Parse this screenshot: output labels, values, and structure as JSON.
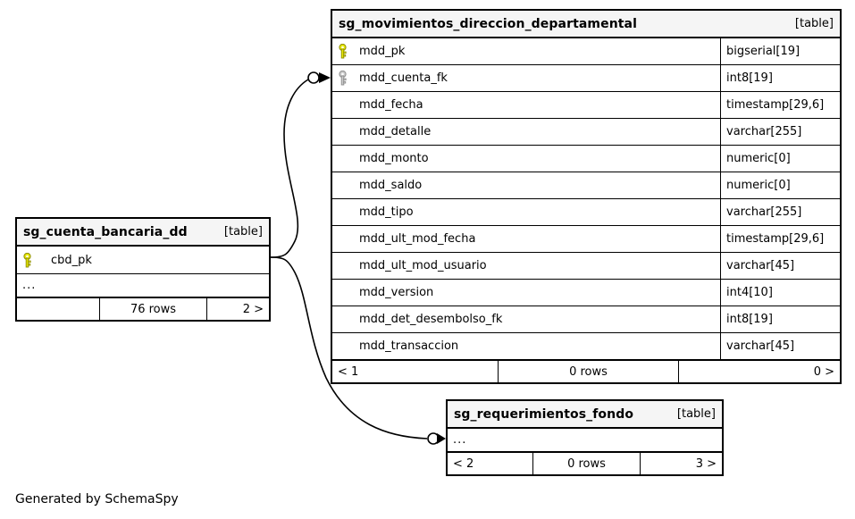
{
  "caption": "Generated by SchemaSpy",
  "colors": {
    "pk_key": "#e8e800",
    "pk_key_outline": "#8a8a00",
    "fk_key": "#cccccc",
    "fk_key_outline": "#8c8c8c",
    "header_bg": "#f5f5f5",
    "border": "#000000",
    "background": "#ffffff"
  },
  "tables": {
    "movimientos": {
      "name": "sg_movimientos_direccion_departamental",
      "tag": "[table]",
      "columns": [
        {
          "key": "pk",
          "name": "mdd_pk",
          "type": "bigserial[19]"
        },
        {
          "key": "fk",
          "name": "mdd_cuenta_fk",
          "type": "int8[19]"
        },
        {
          "key": "",
          "name": "mdd_fecha",
          "type": "timestamp[29,6]"
        },
        {
          "key": "",
          "name": "mdd_detalle",
          "type": "varchar[255]"
        },
        {
          "key": "",
          "name": "mdd_monto",
          "type": "numeric[0]"
        },
        {
          "key": "",
          "name": "mdd_saldo",
          "type": "numeric[0]"
        },
        {
          "key": "",
          "name": "mdd_tipo",
          "type": "varchar[255]"
        },
        {
          "key": "",
          "name": "mdd_ult_mod_fecha",
          "type": "timestamp[29,6]"
        },
        {
          "key": "",
          "name": "mdd_ult_mod_usuario",
          "type": "varchar[45]"
        },
        {
          "key": "",
          "name": "mdd_version",
          "type": "int4[10]"
        },
        {
          "key": "",
          "name": "mdd_det_desembolso_fk",
          "type": "int8[19]"
        },
        {
          "key": "",
          "name": "mdd_transaccion",
          "type": "varchar[45]"
        }
      ],
      "footer": {
        "prev": "< 1",
        "rows": "0 rows",
        "next": "0 >"
      }
    },
    "cuenta": {
      "name": "sg_cuenta_bancaria_dd",
      "tag": "[table]",
      "columns": [
        {
          "key": "pk",
          "name": "cbd_pk",
          "type": ""
        }
      ],
      "ellipsis": "...",
      "footer": {
        "prev": "",
        "rows": "76 rows",
        "next": "2 >"
      }
    },
    "requerimientos": {
      "name": "sg_requerimientos_fondo",
      "tag": "[table]",
      "columns": [],
      "ellipsis": "...",
      "footer": {
        "prev": "< 2",
        "rows": "0 rows",
        "next": "3 >"
      }
    }
  }
}
